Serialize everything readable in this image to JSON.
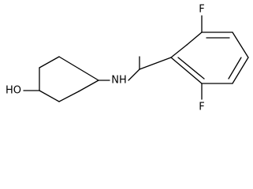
{
  "molecule": {
    "atoms": {
      "hydroxyl": "HO",
      "amine": "NH",
      "fluorine_top": "F",
      "fluorine_bottom": "F"
    }
  }
}
